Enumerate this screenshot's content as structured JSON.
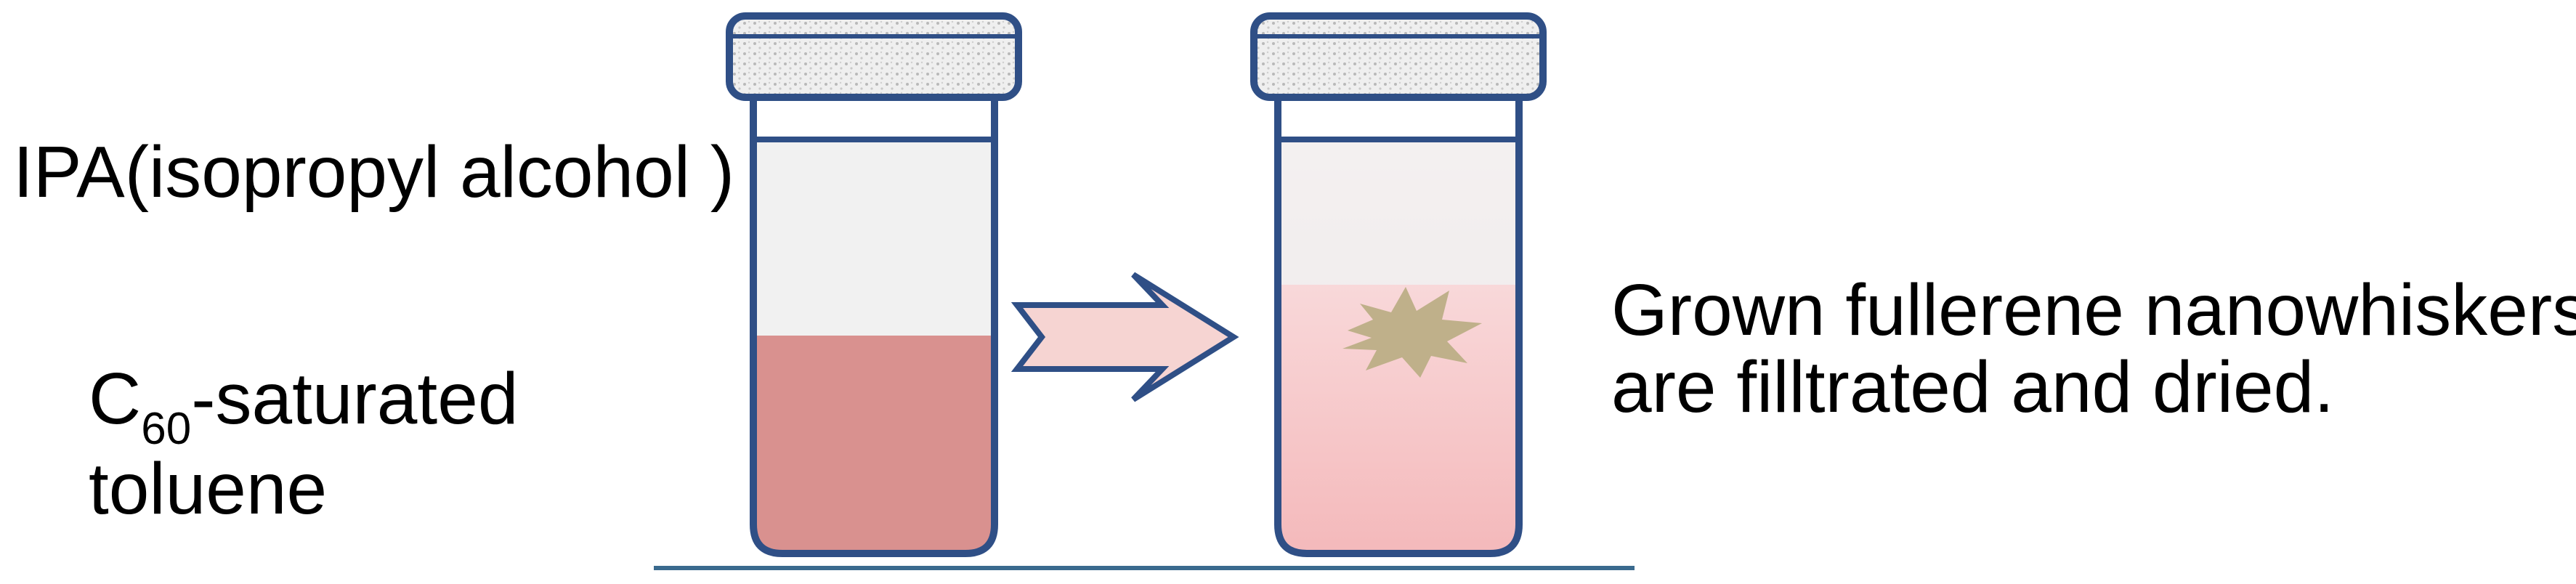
{
  "labels": {
    "ipa": "IPA(isopropyl alcohol )",
    "c60_prefix": "C",
    "c60_subscript": "60",
    "c60_suffix": "-saturated",
    "toluene": "toluene",
    "result_line1": "Grown fullerene nanowhiskers",
    "result_line2": "are filltrated and dried."
  },
  "colors": {
    "tube_outline": "#2f4f86",
    "cap_fill": "#e8e8e8",
    "ipa_fill": "#f1f1f1",
    "toluene_fill": "#d9918f",
    "gradient_top": "#fbe9ea",
    "gradient_bottom": "#f4b8ba",
    "arrow_fill": "#f6d4d2",
    "arrow_stroke": "#2f4f86",
    "nanowhisker_fill": "#bfb08a",
    "ground_line": "#3a6a8e"
  }
}
